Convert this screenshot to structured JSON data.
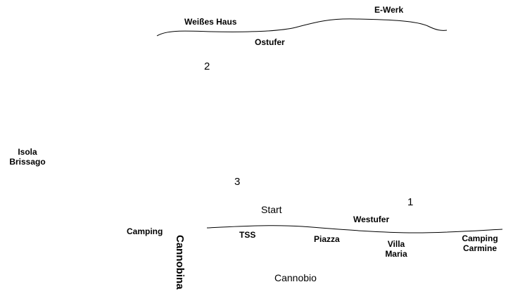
{
  "map": {
    "shore_color": "#000000",
    "places": {
      "weisses_haus": "Weißes Haus",
      "e_werk": "E-Werk",
      "ostufer": "Ostufer",
      "isola_brissago_line1": "Isola",
      "isola_brissago_line2": "Brissago",
      "start": "Start",
      "westufer": "Westufer",
      "camping": "Camping",
      "tss": "TSS",
      "piazza": "Piazza",
      "villa_maria_line1": "Villa",
      "villa_maria_line2": "Maria",
      "camping_carmine_line1": "Camping",
      "camping_carmine_line2": "Carmine",
      "cannobina": "Cannobina",
      "cannobio": "Cannobio"
    },
    "markers": {
      "m1": "1",
      "m2": "2",
      "m3": "3"
    }
  }
}
